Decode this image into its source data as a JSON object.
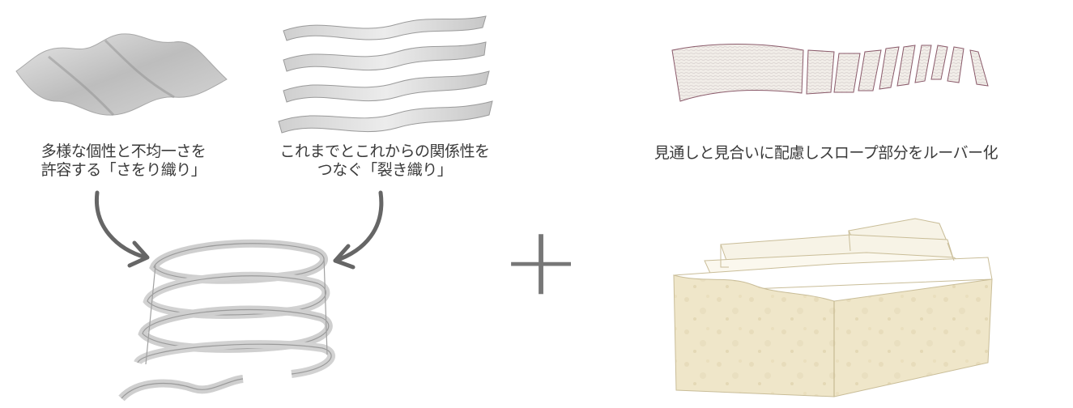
{
  "captions": {
    "sawori": {
      "line1": "多様な個性と不均一さを",
      "line2": "許容する「さをり織り」"
    },
    "saki": {
      "line1": "これまでとこれからの関係性を",
      "line2": "つなぐ「裂き織り」"
    },
    "louver": {
      "line1": "見通しと見合いに配慮しスロープ部分をルーバー化"
    }
  },
  "symbols": {
    "plus": "+"
  },
  "colors": {
    "text": "#3a3a3a",
    "arrow": "#666666",
    "fabric_fill": "#dcdcdc",
    "fabric_stroke": "#9a9a9a",
    "louver_stroke": "#8a5a6a",
    "block_fill": "#efe6c9",
    "block_stroke": "#c9bd98"
  }
}
